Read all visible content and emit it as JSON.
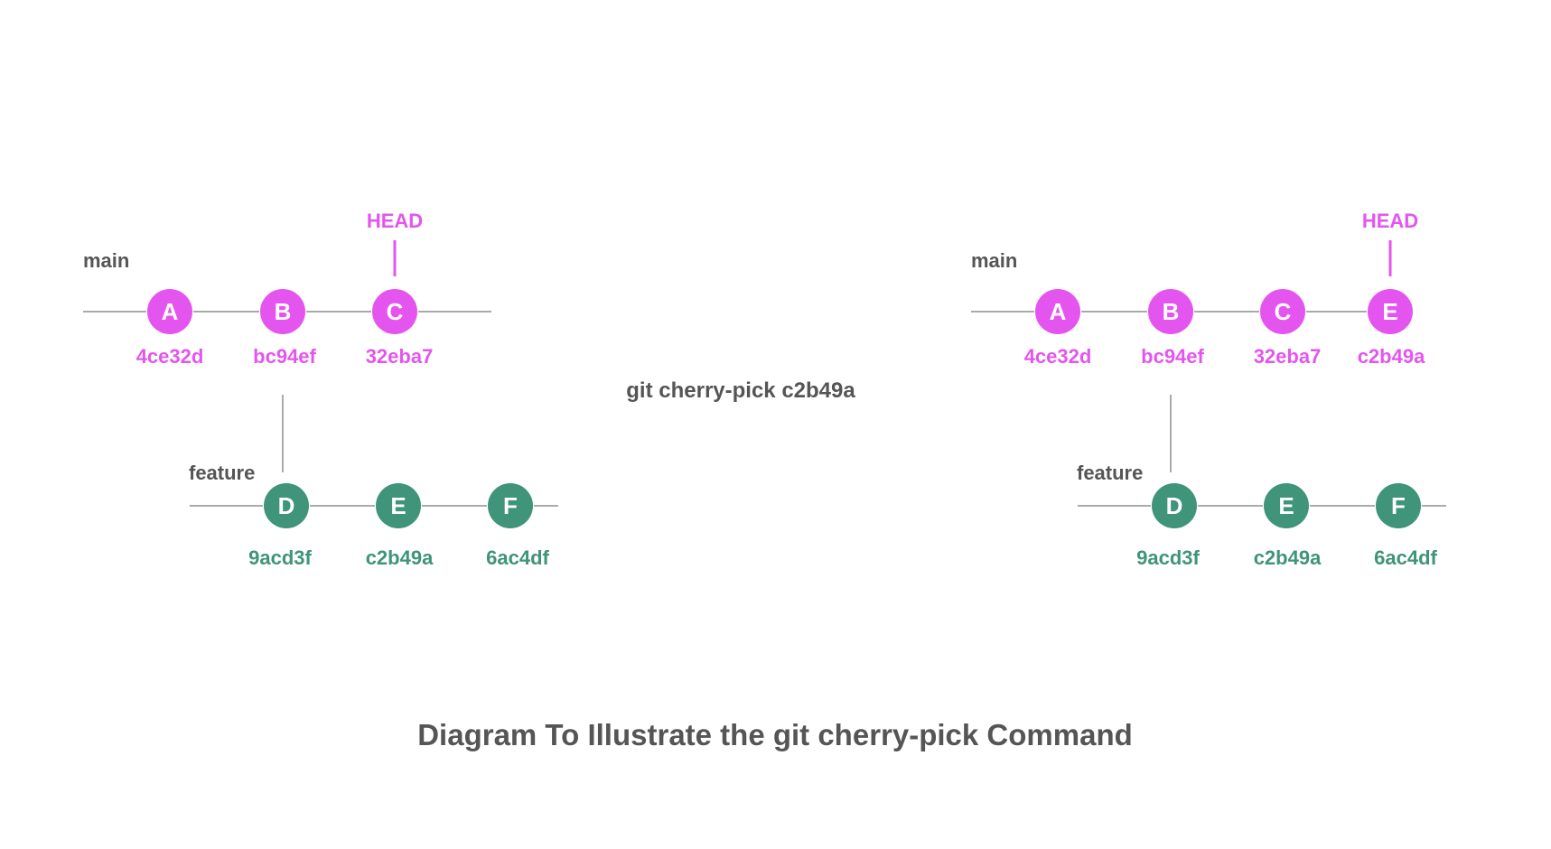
{
  "colors": {
    "main": "#e455ef",
    "feature": "#3f947a",
    "line": "#aaaaaa",
    "text": "#555555"
  },
  "command": "git cherry-pick c2b49a",
  "caption": "Diagram To Illustrate the git cherry-pick Command",
  "before": {
    "main_label": "main",
    "feature_label": "feature",
    "head_label": "HEAD",
    "main_commits": [
      {
        "letter": "A",
        "hash": "4ce32d"
      },
      {
        "letter": "B",
        "hash": "bc94ef"
      },
      {
        "letter": "C",
        "hash": "32eba7"
      }
    ],
    "feature_commits": [
      {
        "letter": "D",
        "hash": "9acd3f"
      },
      {
        "letter": "E",
        "hash": "c2b49a"
      },
      {
        "letter": "F",
        "hash": "6ac4df"
      }
    ]
  },
  "after": {
    "main_label": "main",
    "feature_label": "feature",
    "head_label": "HEAD",
    "main_commits": [
      {
        "letter": "A",
        "hash": "4ce32d"
      },
      {
        "letter": "B",
        "hash": "bc94ef"
      },
      {
        "letter": "C",
        "hash": "32eba7"
      },
      {
        "letter": "E",
        "hash": "c2b49a"
      }
    ],
    "feature_commits": [
      {
        "letter": "D",
        "hash": "9acd3f"
      },
      {
        "letter": "E",
        "hash": "c2b49a"
      },
      {
        "letter": "F",
        "hash": "6ac4df"
      }
    ]
  }
}
